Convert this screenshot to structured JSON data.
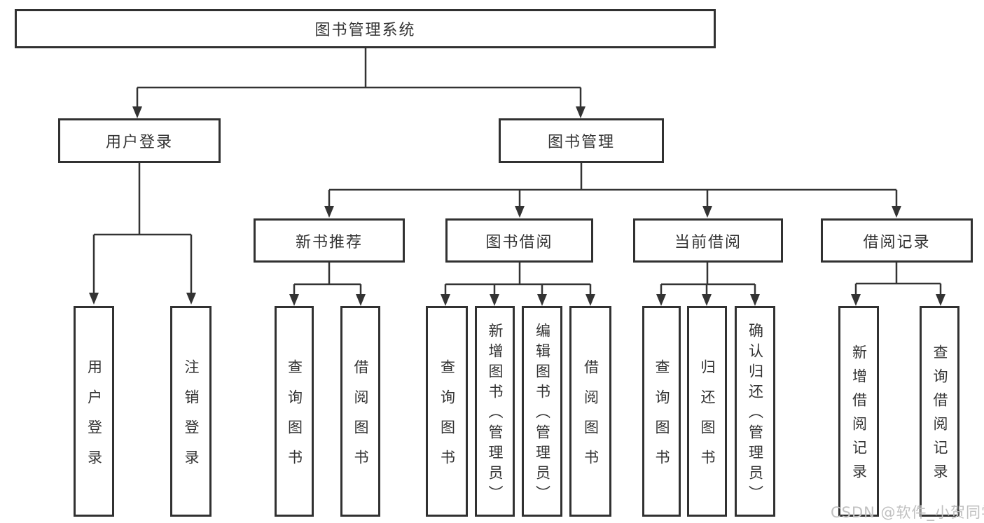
{
  "diagram_title": "图书管理系统",
  "nodes": {
    "root": "图书管理系统",
    "user_login": "用户登录",
    "book_mgmt": "图书管理",
    "new_books": "新书推荐",
    "book_borrow": "图书借阅",
    "current_borrow": "当前借阅",
    "borrow_records": "借阅记录",
    "leaf_user_login": "用户登录",
    "leaf_logout": "注销登录",
    "nb_query_books": "查询图书",
    "nb_borrow_books": "借阅图书",
    "bb_query_books": "查询图书",
    "bb_add_books_admin": "新增图书（管理员）",
    "bb_edit_books_admin": "编辑图书（管理员）",
    "bb_borrow_books": "借阅图书",
    "cb_query_books": "查询图书",
    "cb_return_books": "归还图书",
    "cb_confirm_return_admin": "确认归还（管理员）",
    "br_add_record": "新增借阅记录",
    "br_query_record": "查询借阅记录"
  },
  "tree": {
    "图书管理系统": {
      "用户登录": [
        "用户登录",
        "注销登录"
      ],
      "图书管理": {
        "新书推荐": [
          "查询图书",
          "借阅图书"
        ],
        "图书借阅": [
          "查询图书",
          "新增图书（管理员）",
          "编辑图书（管理员）",
          "借阅图书"
        ],
        "当前借阅": [
          "查询图书",
          "归还图书",
          "确认归还（管理员）"
        ],
        "借阅记录": [
          "新增借阅记录",
          "查询借阅记录"
        ]
      }
    }
  },
  "watermark": "CSDN @软件_小贺同学",
  "colors": {
    "line": "#333333",
    "box_border": "#313131",
    "background": "#ffffff",
    "watermark": "#c0c0c0"
  }
}
